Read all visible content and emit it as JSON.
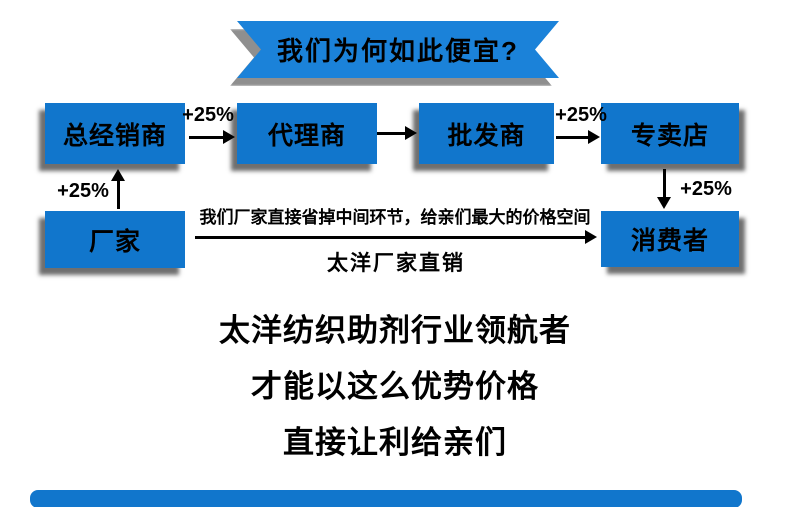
{
  "banner": {
    "title": "我们为何如此便宜?"
  },
  "flow": {
    "boxes": [
      {
        "id": "general-distributor",
        "label": "总经销商"
      },
      {
        "id": "agent",
        "label": "代理商"
      },
      {
        "id": "wholesaler",
        "label": "批发商"
      },
      {
        "id": "specialty-store",
        "label": "专卖店"
      },
      {
        "id": "factory",
        "label": "厂家"
      },
      {
        "id": "consumer",
        "label": "消费者"
      }
    ],
    "increment_labels": {
      "distributor_to_agent": "+25%",
      "wholesaler_to_store": "+25%",
      "factory_to_distributor": "+25%",
      "store_to_consumer": "+25%"
    },
    "direct_sales": {
      "caption": "我们厂家直接省掉中间环节，给亲们最大的价格空间",
      "label": "太洋厂家直销"
    }
  },
  "tagline": {
    "line1": "太洋纺织助剂行业领航者",
    "line2": "才能以这么优势价格",
    "line3": "直接让利给亲们"
  },
  "colors": {
    "box_blue": "#1176cc",
    "banner_blue": "#1b82d9",
    "shadow_gray": "#8f8f8f",
    "text_black": "#000000"
  }
}
